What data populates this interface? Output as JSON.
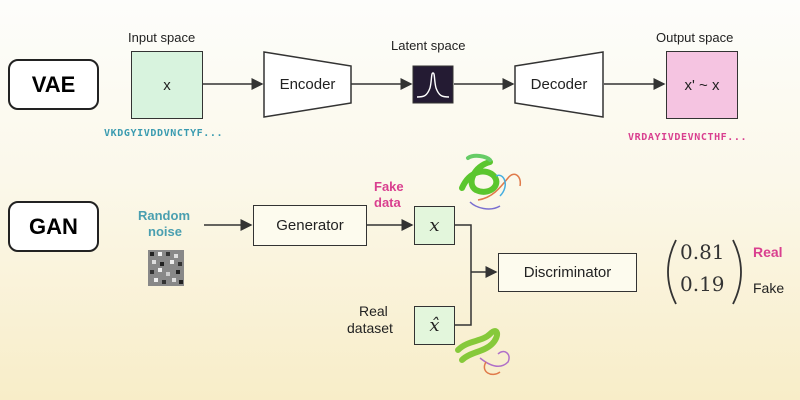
{
  "vae": {
    "label": "VAE",
    "input_space_label": "Input space",
    "input_symbol": "x",
    "input_sequence": "VKDGYIVDDVNCTYF...",
    "encoder_label": "Encoder",
    "latent_space_label": "Latent space",
    "decoder_label": "Decoder",
    "output_space_label": "Output space",
    "output_symbol": "x' ~ x",
    "output_sequence": "VRDAYIVDEVNCTHF..."
  },
  "gan": {
    "label": "GAN",
    "random_noise_label_line1": "Random",
    "random_noise_label_line2": "noise",
    "generator_label": "Generator",
    "fake_data_label_line1": "Fake",
    "fake_data_label_line2": "data",
    "fake_symbol": "x",
    "real_dataset_label_line1": "Real",
    "real_dataset_label_line2": "dataset",
    "real_symbol": "x̂",
    "discriminator_label": "Discriminator",
    "prob_real": "0.81",
    "prob_fake": "0.19",
    "real_label": "Real",
    "fake_label": "Fake"
  },
  "colors": {
    "input_fill": "#d8f3de",
    "output_fill": "#f5c4e1",
    "gan_box_fill": "#e3f6dc",
    "neutral_box_fill": "#fdfbee",
    "input_sequence_color": "#3a9bb0",
    "output_sequence_color": "#d93f8f",
    "fake_label_color": "#d93f8f",
    "noise_label_color": "#4a9fb0"
  }
}
